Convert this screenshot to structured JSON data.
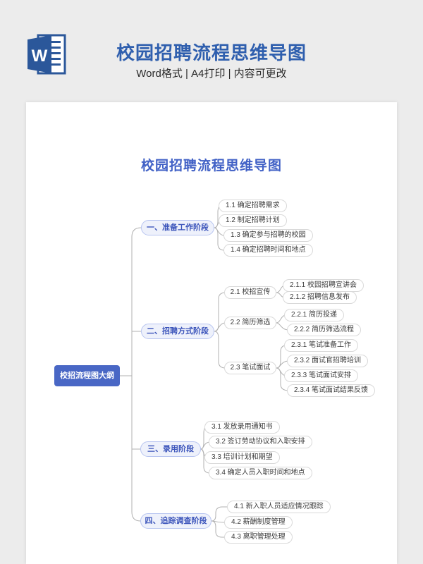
{
  "header": {
    "title": "校园招聘流程思维导图",
    "subtitle": "Word格式 | A4打印 | 内容可更改",
    "icon": "word-icon",
    "icon_letter": "W"
  },
  "document": {
    "map_title": "校园招聘流程思维导图"
  },
  "mindmap": {
    "root": {
      "label": "校招流程图大纲"
    },
    "branches": [
      {
        "label": "一、准备工作阶段",
        "children": [
          {
            "label": "1.1 确定招聘需求"
          },
          {
            "label": "1.2 制定招聘计划"
          },
          {
            "label": "1.3 确定参与招聘的校园"
          },
          {
            "label": "1.4 确定招聘时间和地点"
          }
        ]
      },
      {
        "label": "二、招聘方式阶段",
        "children": [
          {
            "label": "2.1 校招宣传",
            "children": [
              {
                "label": "2.1.1 校园招聘宣讲会"
              },
              {
                "label": "2.1.2 招聘信息发布"
              }
            ]
          },
          {
            "label": "2.2 简历筛选",
            "children": [
              {
                "label": "2.2.1 简历投递"
              },
              {
                "label": "2.2.2 简历筛选流程"
              }
            ]
          },
          {
            "label": "2.3 笔试面试",
            "children": [
              {
                "label": "2.3.1 笔试准备工作"
              },
              {
                "label": "2.3.2 面试官招聘培训"
              },
              {
                "label": "2.3.3 笔试面试安排"
              },
              {
                "label": "2.3.4 笔试面试结果反馈"
              }
            ]
          }
        ]
      },
      {
        "label": "三、录用阶段",
        "children": [
          {
            "label": "3.1 发放录用通知书"
          },
          {
            "label": "3.2 签订劳动协议和入职安排"
          },
          {
            "label": "3.3 培训计划和期望"
          },
          {
            "label": "3.4 确定人员入职时间和地点"
          }
        ]
      },
      {
        "label": "四、追踪调查阶段",
        "children": [
          {
            "label": "4.1 新入职人员适应情况跟踪"
          },
          {
            "label": "4.2 薪酬制度管理"
          },
          {
            "label": "4.3 离职管理处理"
          }
        ]
      }
    ]
  },
  "colors": {
    "background": "#ececec",
    "page": "#ffffff",
    "header_title": "#2f5fae",
    "map_title": "#4161c6",
    "root_fill": "#4967c5",
    "branch_fill": "#eef1fb",
    "branch_border": "#b7c4f0",
    "branch_text": "#3c55bb",
    "leaf_border": "#d9d9d9",
    "connector": "#b0b0b0",
    "word_blue": "#2b579a"
  }
}
